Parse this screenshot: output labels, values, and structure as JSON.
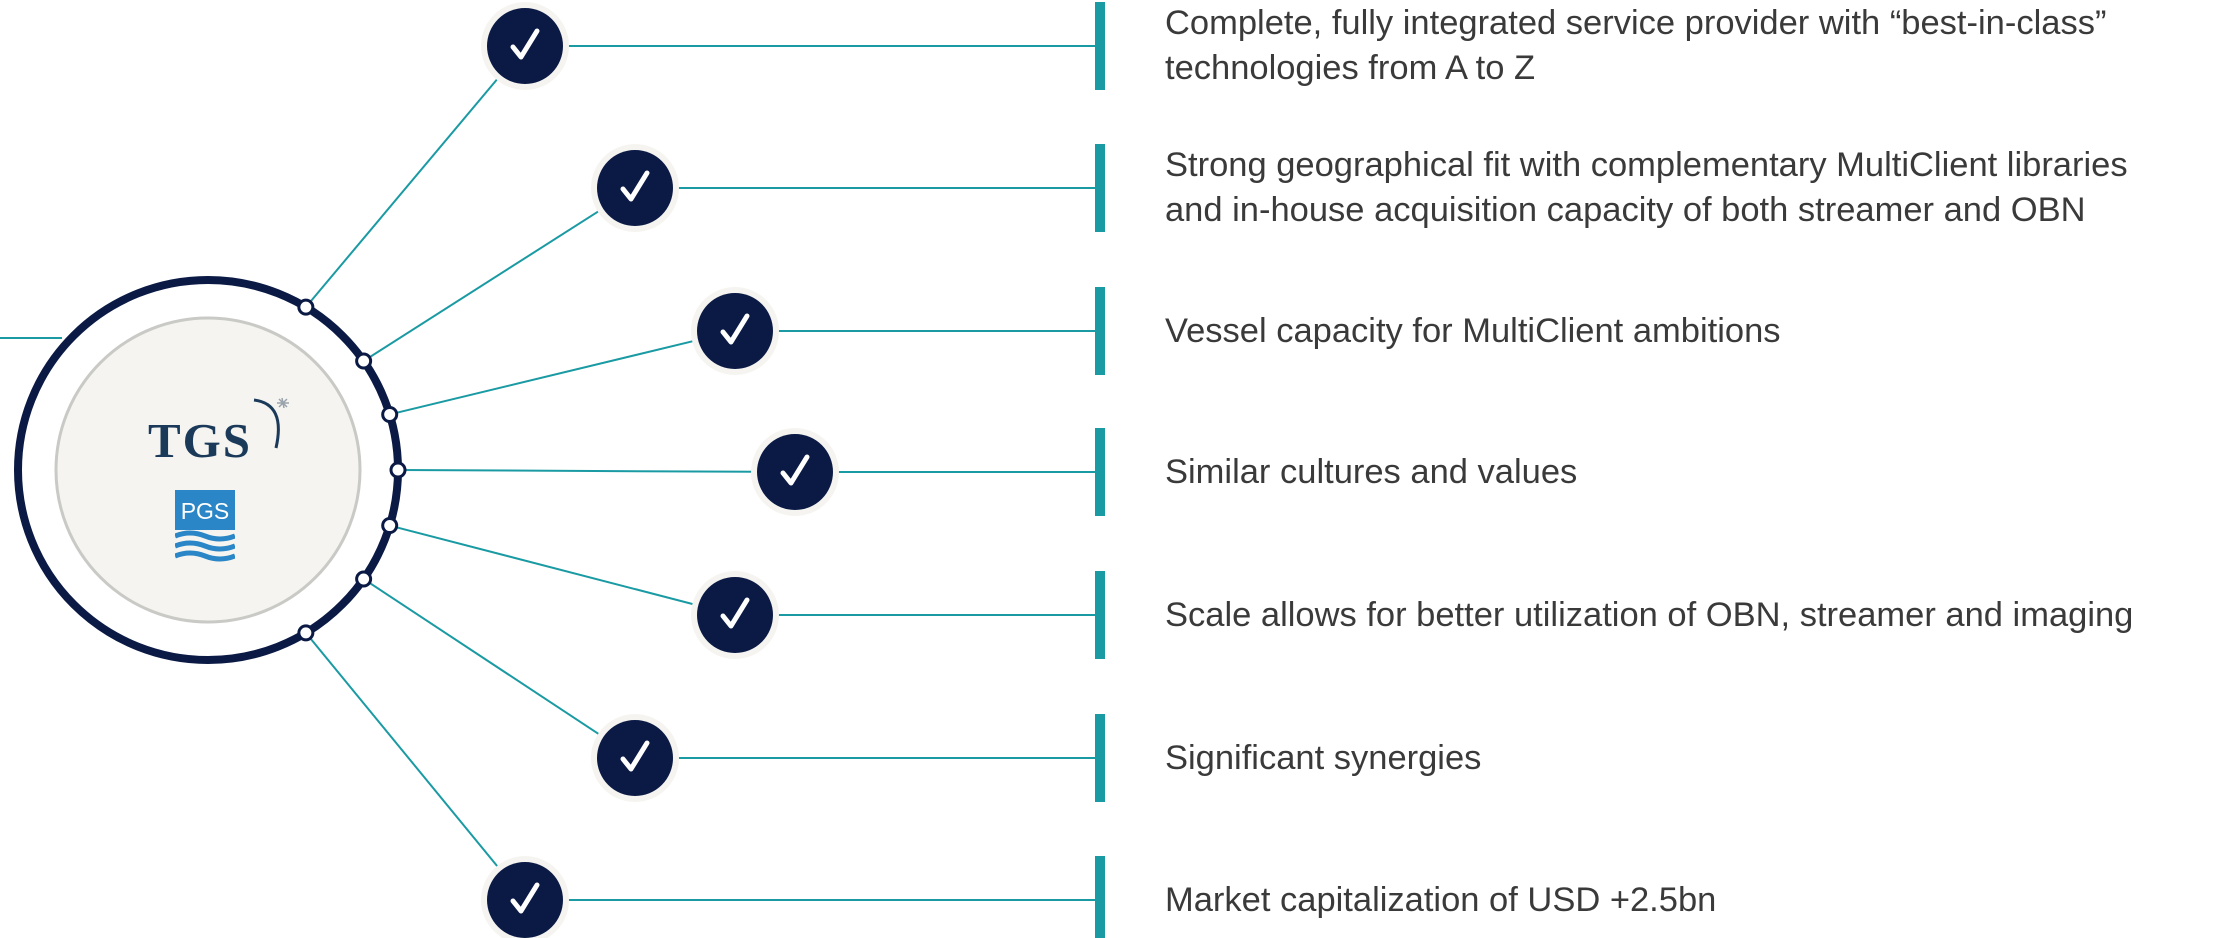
{
  "colors": {
    "navy": "#0b1a45",
    "teal": "#1a9aa3",
    "hub_fill": "#f5f4f0",
    "hub_inner_ring": "#c9c9c6",
    "text": "#3a3a3a",
    "tgs_blue": "#1b3a5a",
    "pgs_blue": "#2a86c6"
  },
  "hub": {
    "logos": [
      {
        "name": "TGS",
        "icon": "tgs-logo"
      },
      {
        "name": "PGS",
        "icon": "pgs-logo"
      }
    ]
  },
  "check_icon": "checkmark-icon",
  "items": [
    {
      "text": "Complete, fully integrated service provider with “best-in-class”\ntechnologies from A to Z"
    },
    {
      "text": "Strong geographical fit with complementary MultiClient libraries\nand in-house acquisition capacity of both streamer and OBN"
    },
    {
      "text": "Vessel capacity for MultiClient ambitions"
    },
    {
      "text": "Similar cultures and values"
    },
    {
      "text": "Scale allows for better utilization of OBN, streamer and imaging"
    },
    {
      "text": "Significant synergies"
    },
    {
      "text": "Market capitalization of USD +2.5bn"
    }
  ]
}
